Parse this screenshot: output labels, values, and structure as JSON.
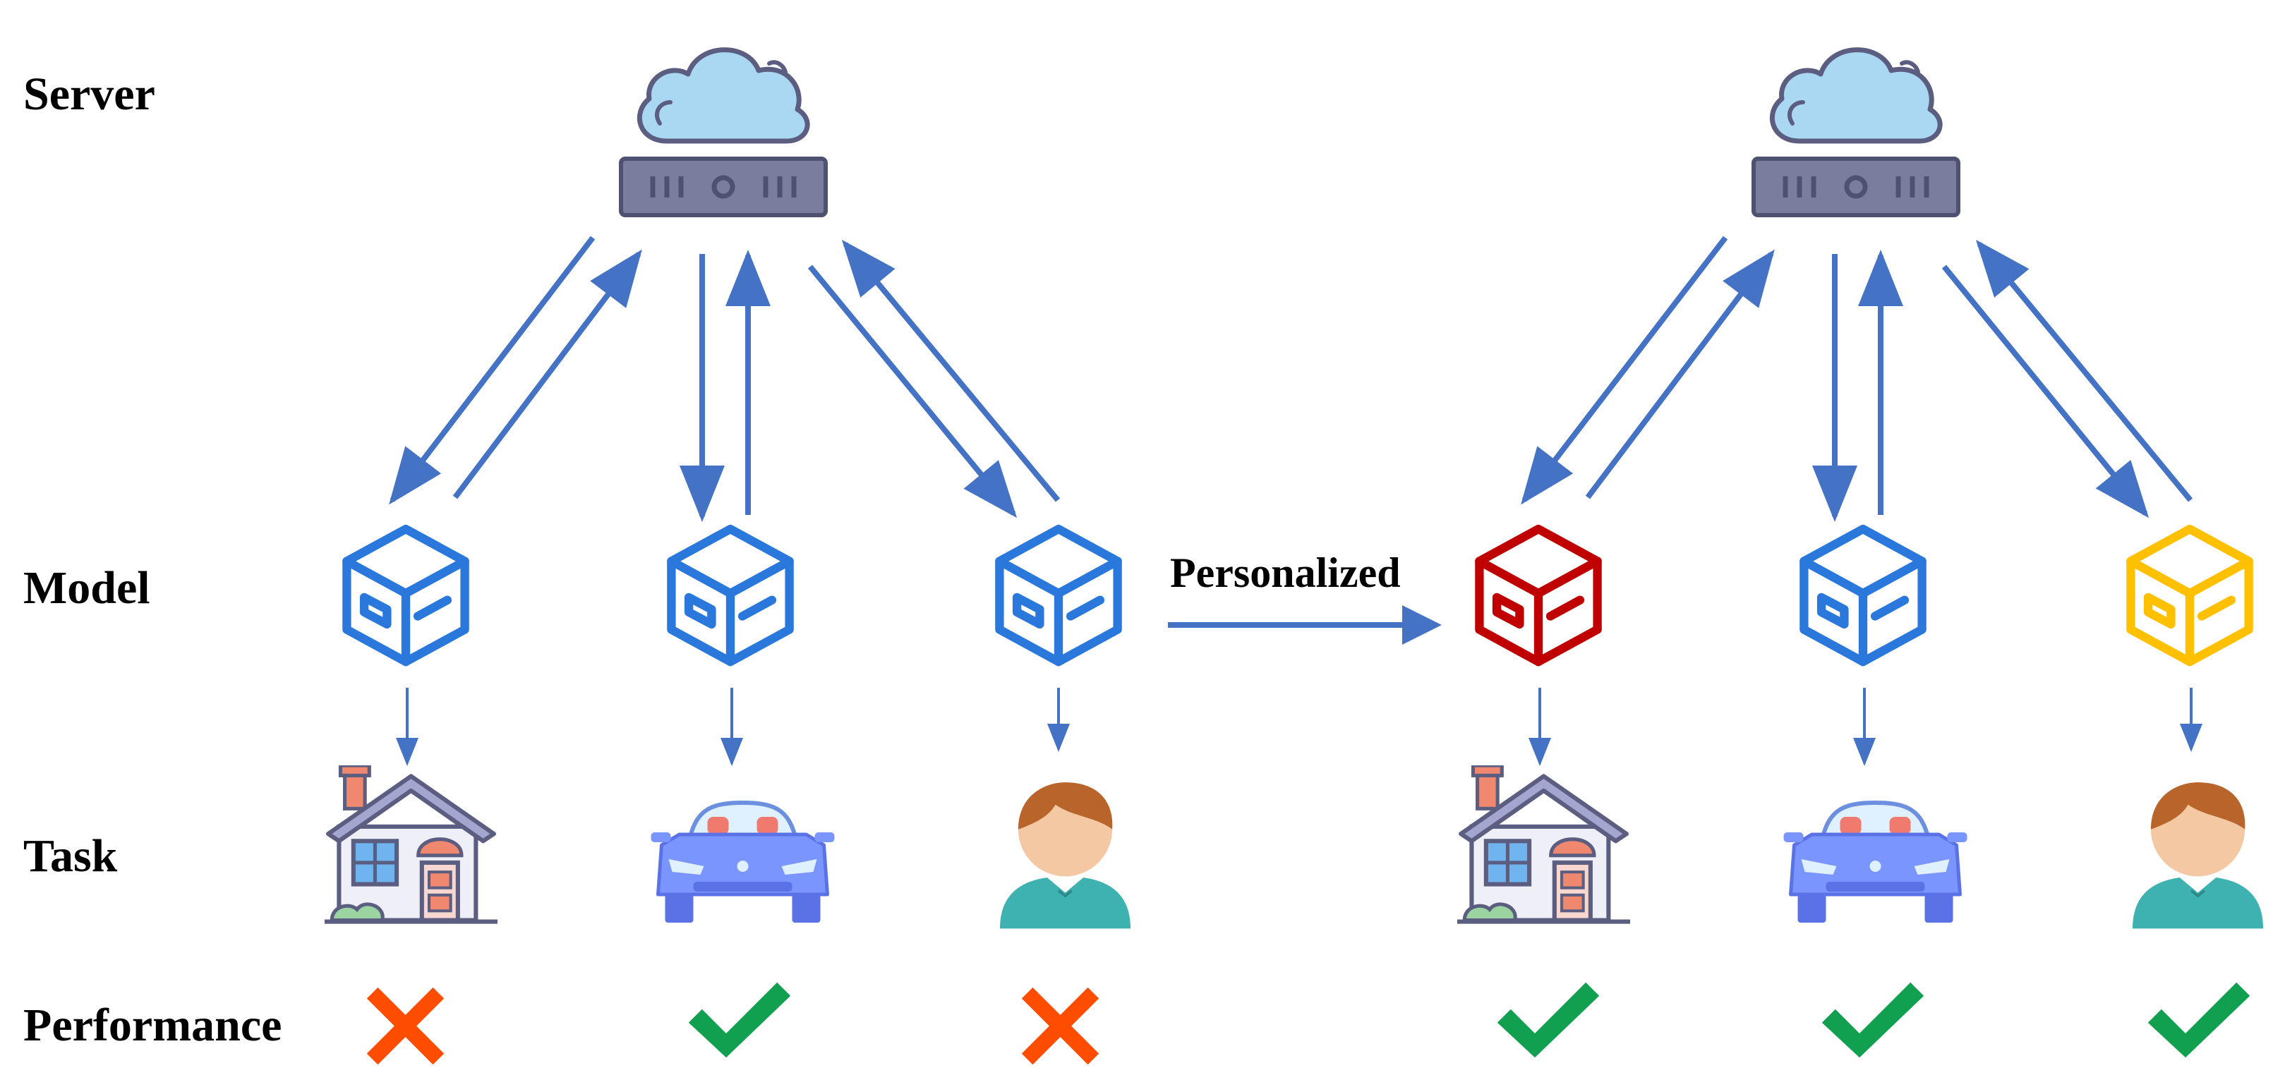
{
  "row_labels": {
    "server": "Server",
    "model": "Model",
    "task": "Task",
    "performance": "Performance"
  },
  "transition_label": "Personalized",
  "colors": {
    "arrow": "#4472c4",
    "model_default": "#2a78dc",
    "model_red": "#c00000",
    "model_yellow": "#ffc000",
    "check": "#119f50",
    "cross": "#ff4d00",
    "server_box": "#7a7d9e",
    "cloud": "#aad8f2"
  },
  "panels": [
    {
      "name": "shared-model",
      "clients": [
        {
          "model_color": "model_default",
          "task": "house",
          "performance": "fail"
        },
        {
          "model_color": "model_default",
          "task": "car",
          "performance": "pass"
        },
        {
          "model_color": "model_default",
          "task": "person",
          "performance": "fail"
        }
      ]
    },
    {
      "name": "personalized-model",
      "clients": [
        {
          "model_color": "model_red",
          "task": "house",
          "performance": "pass"
        },
        {
          "model_color": "model_default",
          "task": "car",
          "performance": "pass"
        },
        {
          "model_color": "model_yellow",
          "task": "person",
          "performance": "pass"
        }
      ]
    }
  ]
}
